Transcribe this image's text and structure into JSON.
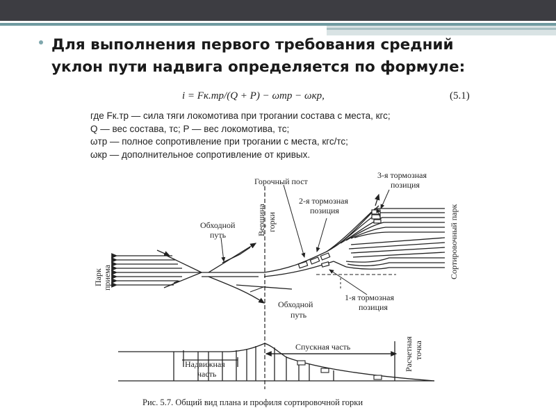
{
  "headline": {
    "line1": "Для выполнения первого требования средний",
    "line2": "уклон пути надвига определяется по формуле:"
  },
  "formula": {
    "text": "i = Fк.тр/(Q + P) − ωтр − ωкр,",
    "number": "(5.1)"
  },
  "definitions": [
    "где Fк.тр — сила тяги локомотива при трогании состава с места, кгс;",
    "Q — вес состава, тс; P — вес локомотива, тс;",
    "ωтр — полное сопротивление при трогании с места, кгс/тс;",
    "ωкр — дополнительное сопротивление от кривых."
  ],
  "labels": {
    "hump_post": "Горочный пост",
    "brake3_line1": "3-я тормозная",
    "brake3_line2": "позиция",
    "brake2_line1": "2-я тормозная",
    "brake2_line2": "позиция",
    "bypass_top_line1": "Обходной",
    "bypass_top_line2": "путь",
    "hump_top_line1": "Вершина",
    "hump_top_line2": "горки",
    "sorting_yard": "Сортировочный парк",
    "receiving_park_line1": "Парк",
    "receiving_park_line2": "приема",
    "bypass_bottom_line1": "Обходной",
    "bypass_bottom_line2": "путь",
    "brake1_line1": "1-я тормозная",
    "brake1_line2": "позиция",
    "descent_part": "Спускная часть",
    "calc_point_line1": "Расчетная",
    "calc_point_line2": "точка",
    "push_part_line1": "Надвижная",
    "push_part_line2": "часть"
  },
  "caption": "Рис. 5.7. Общий вид плана и профиля сортировочной горки"
}
